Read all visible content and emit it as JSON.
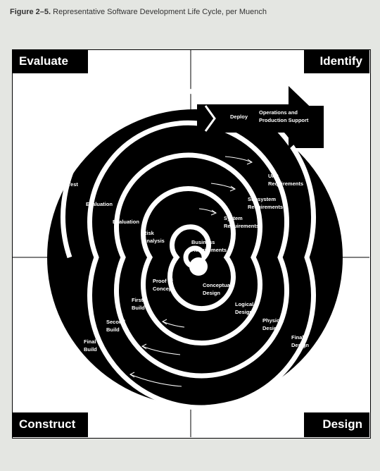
{
  "caption": {
    "figure_number": "Figure 2–5.",
    "title": "Representative Software Development Life Cycle, per Muench"
  },
  "quadrants": {
    "top_left": "Evaluate",
    "top_right": "Identify",
    "bottom_left": "Construct",
    "bottom_right": "Design"
  },
  "arrow": {
    "deploy": "Deploy",
    "operations_line1": "Operations and",
    "operations_line2": "Production Support"
  },
  "phases": {
    "business_requirements": [
      "Business",
      "Requirements"
    ],
    "conceptual_design": [
      "Conceptual",
      "Design"
    ],
    "proof_of_concept": [
      "Proof of",
      "Concept"
    ],
    "risk_analysis": [
      "Risk",
      "Analysis"
    ],
    "evaluation_inner": "Evaluation",
    "system_requirements": [
      "System",
      "Requirements"
    ],
    "logical_design": [
      "Logical",
      "Design"
    ],
    "first_build": [
      "First",
      "Build"
    ],
    "evaluation_outer": "Evaluation",
    "subsystem_requirements": [
      "Subsystem",
      "Requirements"
    ],
    "physical_design": [
      "Physical",
      "Design"
    ],
    "second_build": [
      "Second",
      "Build"
    ],
    "test": "Test",
    "unit_requirements": [
      "Unit",
      "Requirements"
    ],
    "final_design": [
      "Final",
      "Design"
    ],
    "final_build": [
      "Final",
      "Build"
    ]
  },
  "colors": {
    "background": "#e4e6e2",
    "spiral": "#000000",
    "panel": "#ffffff"
  }
}
